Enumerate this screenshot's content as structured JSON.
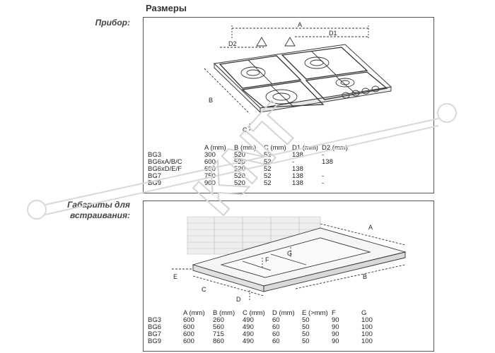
{
  "title": "Размеры",
  "section1": {
    "label": "Прибор:",
    "dim_letters": {
      "A": "A",
      "B": "B",
      "C": "C",
      "D1": "D1",
      "D2": "D2"
    },
    "table": {
      "headers": [
        "",
        "A (mm)",
        "B (mm)",
        "C (mm)",
        "D1 (mm)",
        "D2 (mm)"
      ],
      "rows": [
        [
          "BG3",
          "300",
          "520",
          "52",
          "138",
          "-"
        ],
        [
          "BG6xA/B/C",
          "600",
          "520",
          "52",
          "-",
          "138"
        ],
        [
          "BG6xD/E/F",
          "600",
          "520",
          "52",
          "138",
          ""
        ],
        [
          "BG7",
          "750",
          "520",
          "52",
          "138",
          "-"
        ],
        [
          "BG9",
          "900",
          "520",
          "52",
          "138",
          "-"
        ]
      ]
    }
  },
  "section2": {
    "label_line1": "Габариты для",
    "label_line2": "встраивания:",
    "dim_letters": {
      "A": "A",
      "B": "B",
      "C": "C",
      "D": "D",
      "E": "E",
      "F": "F",
      "G": "G"
    },
    "table": {
      "headers": [
        "",
        "A (mm)",
        "B (mm)",
        "C (mm)",
        "D (mm)",
        "E (>mm)",
        "F",
        "G"
      ],
      "rows": [
        [
          "BG3",
          "600",
          "260",
          "490",
          "60",
          "50",
          "90",
          "100"
        ],
        [
          "BG6",
          "600",
          "560",
          "490",
          "60",
          "50",
          "90",
          "100"
        ],
        [
          "BG7",
          "600",
          "715",
          "490",
          "60",
          "50",
          "90",
          "100"
        ],
        [
          "BG9",
          "600",
          "860",
          "490",
          "60",
          "50",
          "90",
          "100"
        ]
      ]
    }
  },
  "watermark_text": "KNT"
}
